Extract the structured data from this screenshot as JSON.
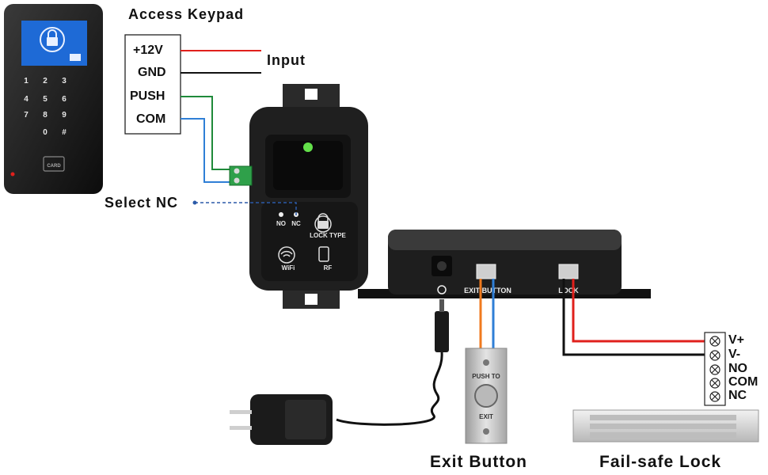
{
  "labels": {
    "access_keypad": "Access Keypad",
    "input": "Input",
    "select_nc": "Select NC",
    "exit_button": "Exit Button",
    "failsafe_lock": "Fail-safe Lock"
  },
  "keypad_terminals": [
    "+12V",
    "GND",
    "PUSH",
    "COM"
  ],
  "keypad_keys": [
    "1",
    "2",
    "3",
    "4",
    "5",
    "6",
    "7",
    "8",
    "9",
    "0",
    "#"
  ],
  "keypad_card": "CARD",
  "controller": {
    "no": "NO",
    "nc": "NC",
    "lock_type": "LOCK TYPE",
    "wifi": "WiFi",
    "rf": "RF"
  },
  "module": {
    "exit_button": "EXIT BUTTON",
    "lock": "LOCK"
  },
  "push_button": {
    "top": "PUSH TO",
    "bottom": "EXIT"
  },
  "lock_terminals": [
    "V+",
    "V-",
    "NO",
    "COM",
    "NC"
  ],
  "colors": {
    "red_wire": "#e0201c",
    "black_wire": "#111111",
    "green_wire": "#1f8a3a",
    "blue_wire": "#2f7fd6",
    "orange_wire": "#f07a1e",
    "dashed": "#2b5aa8",
    "led": "#63e04a"
  }
}
